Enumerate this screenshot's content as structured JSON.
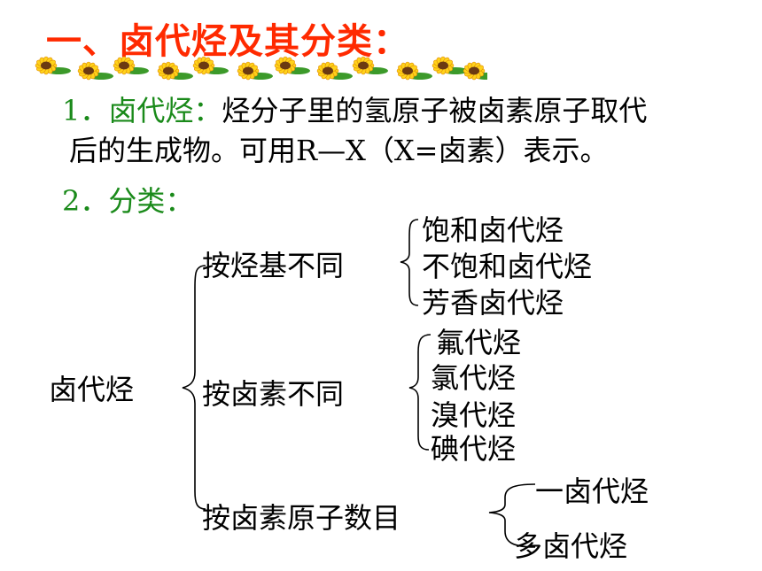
{
  "title": "一、卤代烃及其分类：",
  "definition": {
    "heading": "1．卤代烃：",
    "text_line1": "烃分子里的氢原子被卤素原子取代",
    "text_line2": "后的生成物。可用R—X（X=卤素）表示。"
  },
  "classification": {
    "heading": "2．分类：",
    "root": "卤代烃",
    "groups": [
      {
        "label": "按烃基不同",
        "items": [
          "饱和卤代烃",
          "不饱和卤代烃",
          "芳香卤代烃"
        ]
      },
      {
        "label": "按卤素不同",
        "items": [
          "氟代烃",
          "氯代烃",
          "溴代烃",
          "碘代烃"
        ]
      },
      {
        "label": "按卤素原子数目",
        "items": [
          "一卤代烃",
          "多卤代烃"
        ]
      }
    ]
  },
  "colors": {
    "title": "#ff2a00",
    "heading": "#1a8a1a",
    "body": "#000000"
  },
  "decoration": "sunflower-border-icon"
}
